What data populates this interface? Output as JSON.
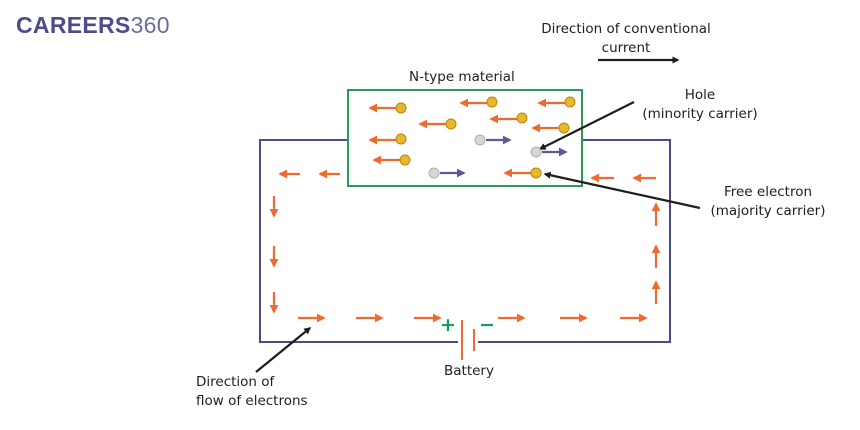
{
  "logo": {
    "brand": "CAREERS",
    "number": "360"
  },
  "labels": {
    "conventional_line1": "Direction of conventional",
    "conventional_line2": "current",
    "material": "N-type material",
    "hole_line1": "Hole",
    "hole_line2": "(minority carrier)",
    "electron_line1": "Free electron",
    "electron_line2": "(majority carrier)",
    "flow_line1": "Direction of",
    "flow_line2": "flow of electrons",
    "battery": "Battery",
    "battery_plus": "+",
    "battery_minus": "−"
  },
  "colors": {
    "wire": "#4a4a8c",
    "material_border": "#2e9a5a",
    "arrow": "#ef6a2f",
    "electron": "#e9b72a",
    "hole": "#d6d6d6",
    "hole_arrow": "#5a5a9a",
    "battery_sign": "#1a9a5a",
    "text": "#1e1e1e"
  }
}
